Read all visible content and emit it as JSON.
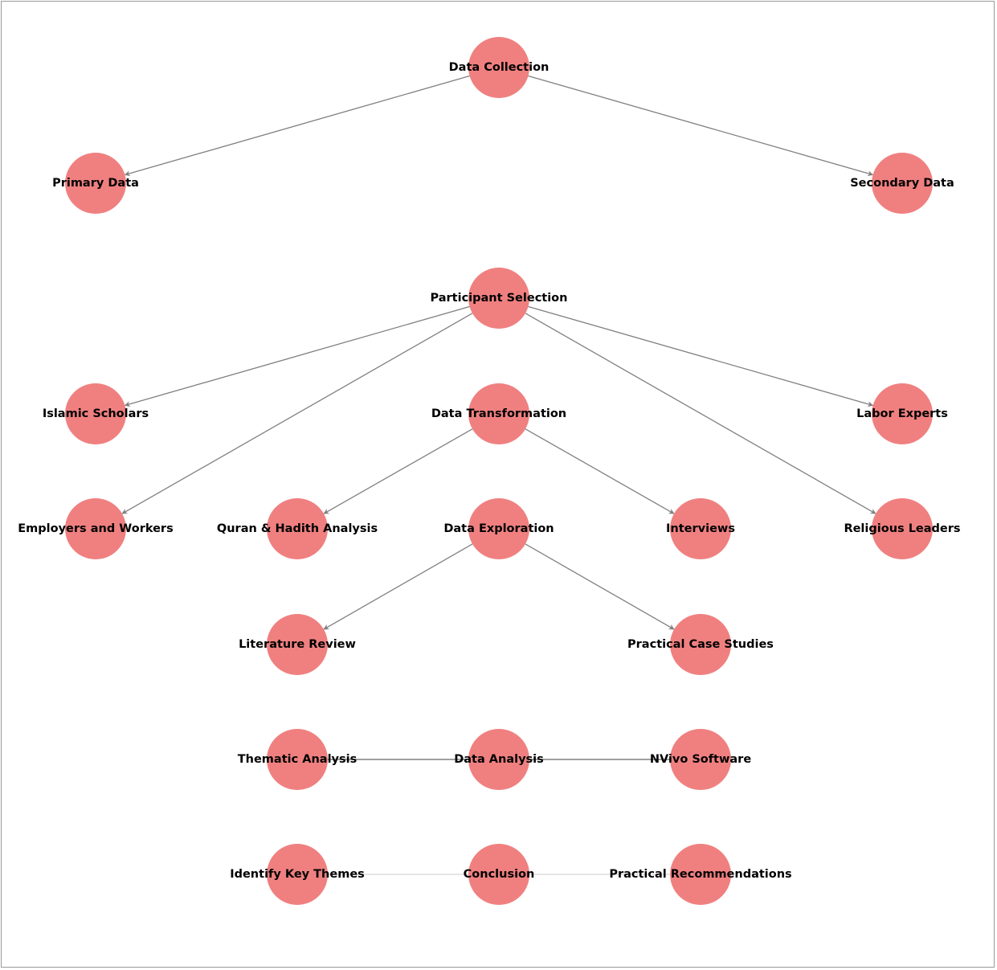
{
  "colors": {
    "node_fill": "#f08080",
    "edge_dark": "#808080",
    "edge_light": "#e6e6e6",
    "label": "#000000"
  },
  "nodes": [
    {
      "id": "data-collection",
      "label": "Data Collection"
    },
    {
      "id": "primary-data",
      "label": "Primary Data"
    },
    {
      "id": "secondary-data",
      "label": "Secondary Data"
    },
    {
      "id": "participant-selection",
      "label": "Participant Selection"
    },
    {
      "id": "islamic-scholars",
      "label": "Islamic Scholars"
    },
    {
      "id": "data-transformation",
      "label": "Data Transformation"
    },
    {
      "id": "labor-experts",
      "label": "Labor Experts"
    },
    {
      "id": "employers-and-workers",
      "label": "Employers and Workers"
    },
    {
      "id": "quran-hadith-analysis",
      "label": "Quran & Hadith Analysis"
    },
    {
      "id": "data-exploration",
      "label": "Data Exploration"
    },
    {
      "id": "interviews",
      "label": "Interviews"
    },
    {
      "id": "religious-leaders",
      "label": "Religious Leaders"
    },
    {
      "id": "literature-review",
      "label": "Literature Review"
    },
    {
      "id": "practical-case-studies",
      "label": "Practical Case Studies"
    },
    {
      "id": "thematic-analysis",
      "label": "Thematic Analysis"
    },
    {
      "id": "data-analysis",
      "label": "Data Analysis"
    },
    {
      "id": "nvivo-software",
      "label": "NVivo Software"
    },
    {
      "id": "identify-key-themes",
      "label": "Identify Key Themes"
    },
    {
      "id": "conclusion",
      "label": "Conclusion"
    },
    {
      "id": "practical-recommendations",
      "label": "Practical Recommendations"
    }
  ],
  "edges": [
    {
      "from": "data-collection",
      "to": "primary-data",
      "style": "arrow"
    },
    {
      "from": "data-collection",
      "to": "secondary-data",
      "style": "arrow"
    },
    {
      "from": "participant-selection",
      "to": "islamic-scholars",
      "style": "arrow"
    },
    {
      "from": "participant-selection",
      "to": "labor-experts",
      "style": "arrow"
    },
    {
      "from": "participant-selection",
      "to": "employers-and-workers",
      "style": "arrow"
    },
    {
      "from": "participant-selection",
      "to": "religious-leaders",
      "style": "arrow"
    },
    {
      "from": "data-transformation",
      "to": "quran-hadith-analysis",
      "style": "arrow"
    },
    {
      "from": "data-transformation",
      "to": "interviews",
      "style": "arrow"
    },
    {
      "from": "data-exploration",
      "to": "literature-review",
      "style": "arrow"
    },
    {
      "from": "data-exploration",
      "to": "practical-case-studies",
      "style": "arrow"
    },
    {
      "from": "data-analysis",
      "to": "thematic-analysis",
      "style": "line"
    },
    {
      "from": "data-analysis",
      "to": "nvivo-software",
      "style": "line"
    },
    {
      "from": "conclusion",
      "to": "identify-key-themes",
      "style": "faint"
    },
    {
      "from": "conclusion",
      "to": "practical-recommendations",
      "style": "faint"
    }
  ]
}
